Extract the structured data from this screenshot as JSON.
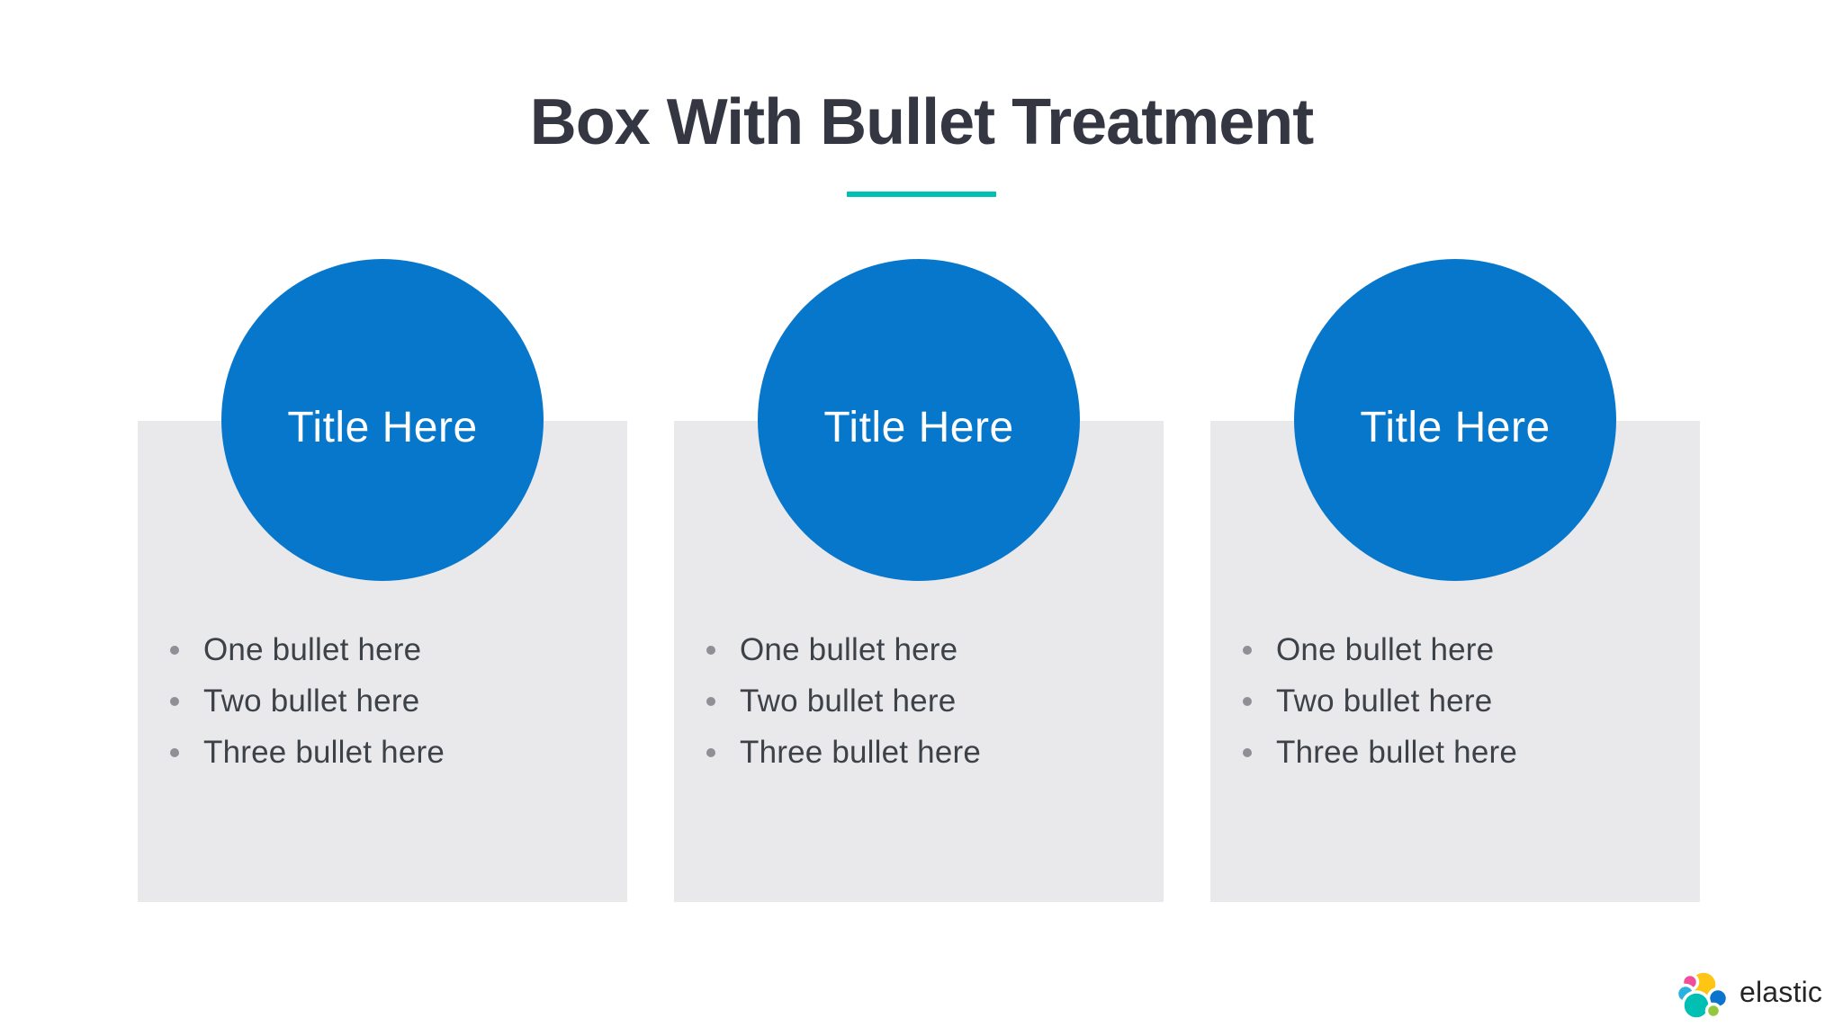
{
  "slide": {
    "title": "Box With Bullet Treatment",
    "accent_color": "#00BFB3",
    "circle_color": "#0777CC",
    "box_color": "#E9E9EC",
    "columns": [
      {
        "title": "Title Here",
        "bullets": [
          "One bullet here",
          "Two bullet here",
          "Three bullet here"
        ]
      },
      {
        "title": "Title Here",
        "bullets": [
          "One bullet here",
          "Two bullet here",
          "Three bullet here"
        ]
      },
      {
        "title": "Title Here",
        "bullets": [
          "One bullet here",
          "Two bullet here",
          "Three bullet here"
        ]
      }
    ]
  },
  "brand": {
    "wordmark": "elastic",
    "colors": {
      "yellow": "#FEC514",
      "pink": "#F04E98",
      "sky": "#2BB1E0",
      "teal": "#00BFB3",
      "blue": "#0B74CC",
      "green": "#93C83E"
    }
  }
}
